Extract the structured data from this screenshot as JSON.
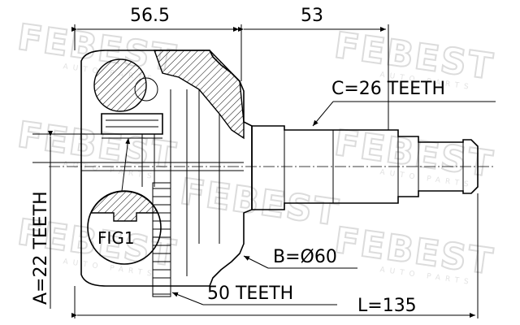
{
  "watermark": {
    "brand": "FEBEST",
    "sub": "AUTO PARTS"
  },
  "labels": {
    "dim_top_left": "56.5",
    "dim_top_right": "53",
    "spline_c": "C=26 TEETH",
    "spline_a": "A=22 TEETH",
    "fig": "FIG1",
    "diameter_b": "B=Ø60",
    "abs_ring": "50 TEETH",
    "length_l": "L=135"
  }
}
